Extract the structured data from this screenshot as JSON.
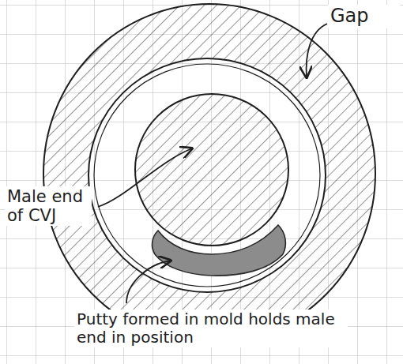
{
  "diagram": {
    "labels": [
      "Gap",
      "Male end of CVJ",
      "Putty formed in mold holds male end in position"
    ]
  }
}
